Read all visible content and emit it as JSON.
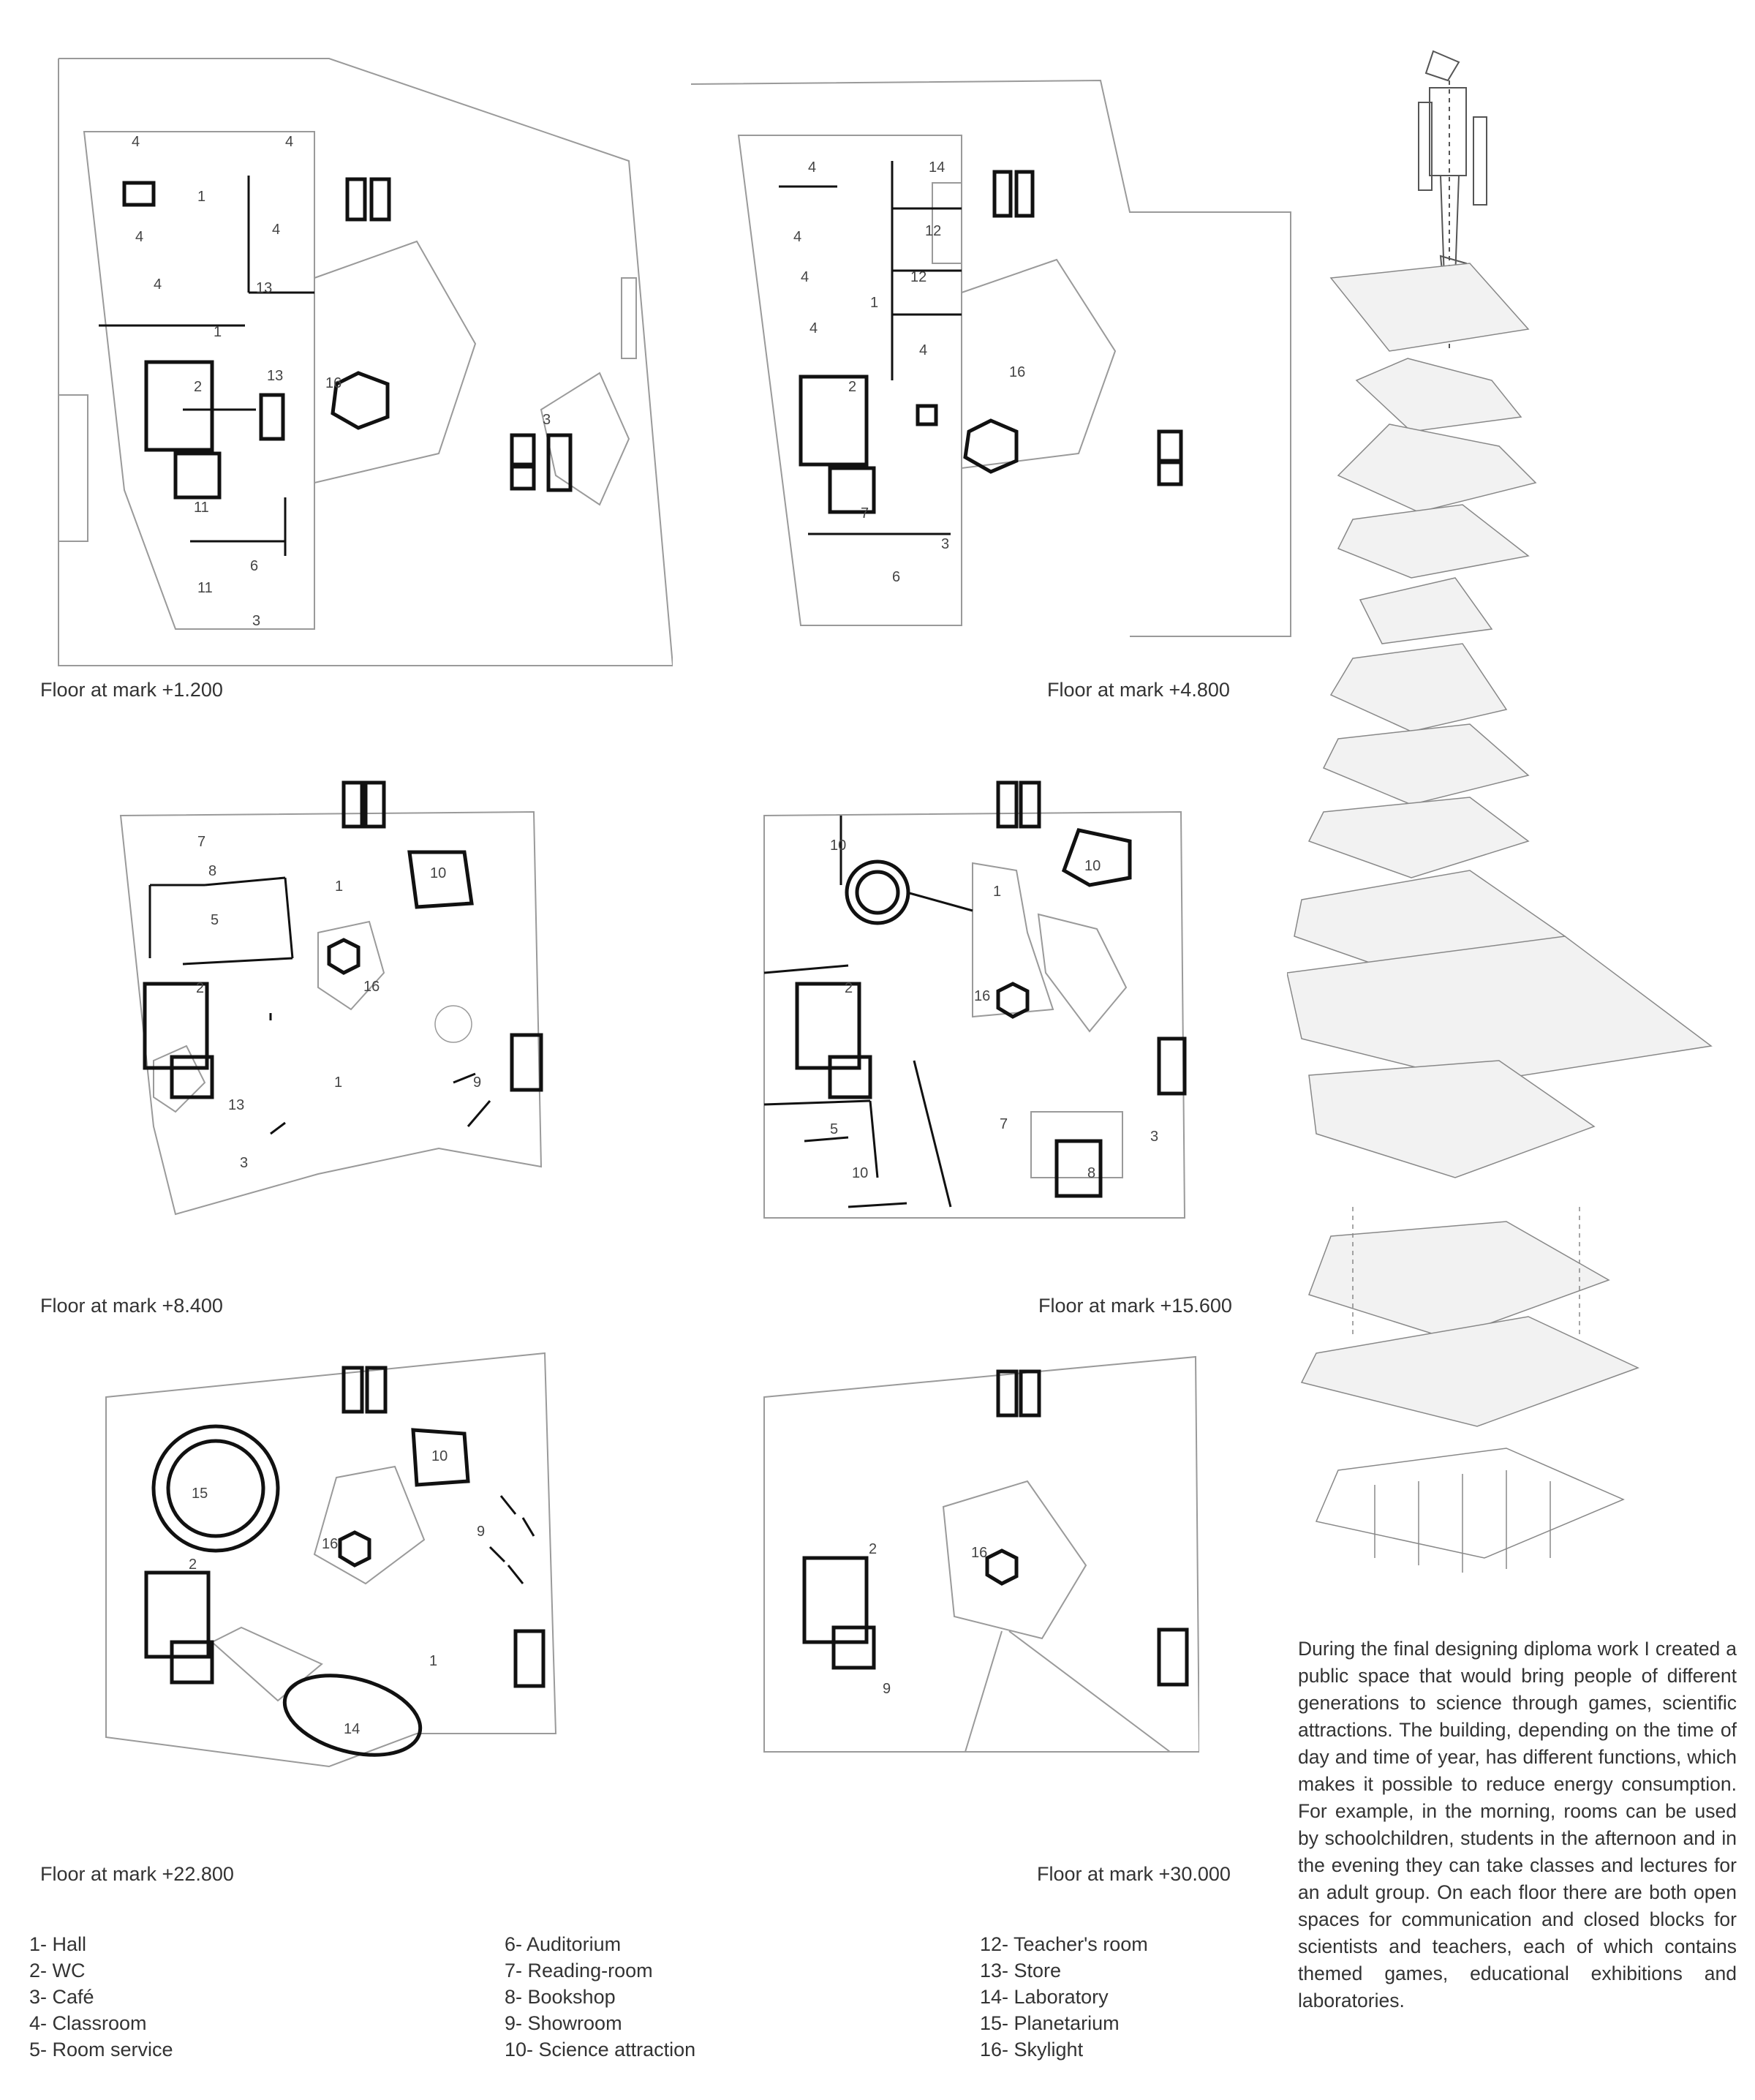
{
  "plans": [
    {
      "caption": "Floor at mark +1.200"
    },
    {
      "caption": "Floor at mark +4.800"
    },
    {
      "caption": "Floor at mark +8.400"
    },
    {
      "caption": "Floor at mark +15.600"
    },
    {
      "caption": "Floor at mark +22.800"
    },
    {
      "caption": "Floor at mark +30.000"
    }
  ],
  "room_labels": {
    "p1": [
      "4",
      "4",
      "1",
      "4",
      "4",
      "4",
      "13",
      "1",
      "13",
      "16",
      "2",
      "3",
      "11",
      "6",
      "11",
      "3"
    ],
    "p2": [
      "4",
      "14",
      "4",
      "12",
      "4",
      "12",
      "1",
      "4",
      "4",
      "16",
      "2",
      "7",
      "3",
      "6"
    ],
    "p3": [
      "7",
      "8",
      "1",
      "10",
      "5",
      "2",
      "16",
      "9",
      "1",
      "13",
      "3"
    ],
    "p4": [
      "10",
      "1",
      "10",
      "16",
      "2",
      "7",
      "5",
      "3",
      "10",
      "8"
    ],
    "p5": [
      "15",
      "10",
      "9",
      "16",
      "2",
      "1",
      "14"
    ],
    "p6": [
      "16",
      "2",
      "9"
    ]
  },
  "legend": {
    "col1": [
      "1- Hall",
      "2- WC",
      "3- Café",
      "4- Classroom",
      "5- Room service"
    ],
    "col2": [
      "6- Auditorium",
      "7- Reading-room",
      "8- Bookshop",
      "9- Showroom",
      "10- Science attraction"
    ],
    "col3": [
      "12- Teacher's room",
      "13- Store",
      "14- Laboratory",
      "15- Planetarium",
      "16- Skylight"
    ]
  },
  "description": "During the final designing diploma work I created a public space that would bring people of different generations to science through games, scientific attractions. The building, depending on the time of day and time of year, has different functions, which makes it possible to reduce energy consumption. For example, in the morning, rooms can be used by schoolchildren, students in the afternoon and in the evening they can take classes and lectures for an adult group. On each floor there are both open spaces for communication and closed blocks for scientists and teachers, each of which contains themed games, educational exhibitions and laboratories.",
  "colors": {
    "line": "#9a9a9a",
    "wall": "#111111",
    "text": "#333333"
  }
}
